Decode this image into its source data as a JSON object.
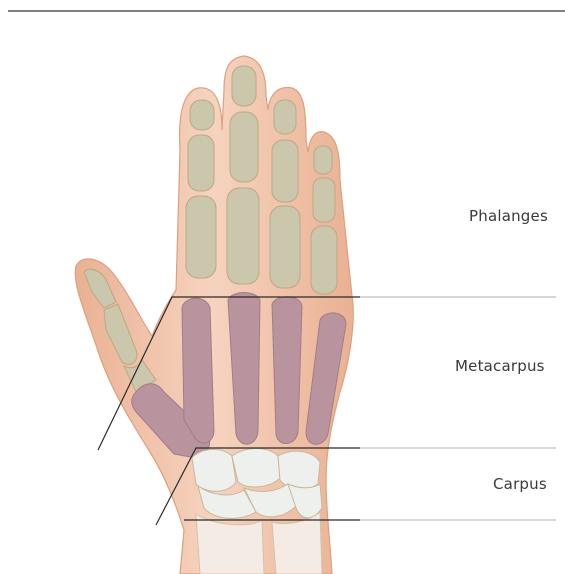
{
  "labels": {
    "phalanges": "Phalanges",
    "metacarpus": "Metacarpus",
    "carpus": "Carpus"
  },
  "colors": {
    "skin": "#f2c7ad",
    "skin_edge": "#e0a88b",
    "phalanx_bone": "#c8c5aa",
    "metacarpal_bone": "#b894a0",
    "carpal_bone": "#eef0ee",
    "leader_line": "#2a2a2a",
    "top_rule": "#555555"
  }
}
